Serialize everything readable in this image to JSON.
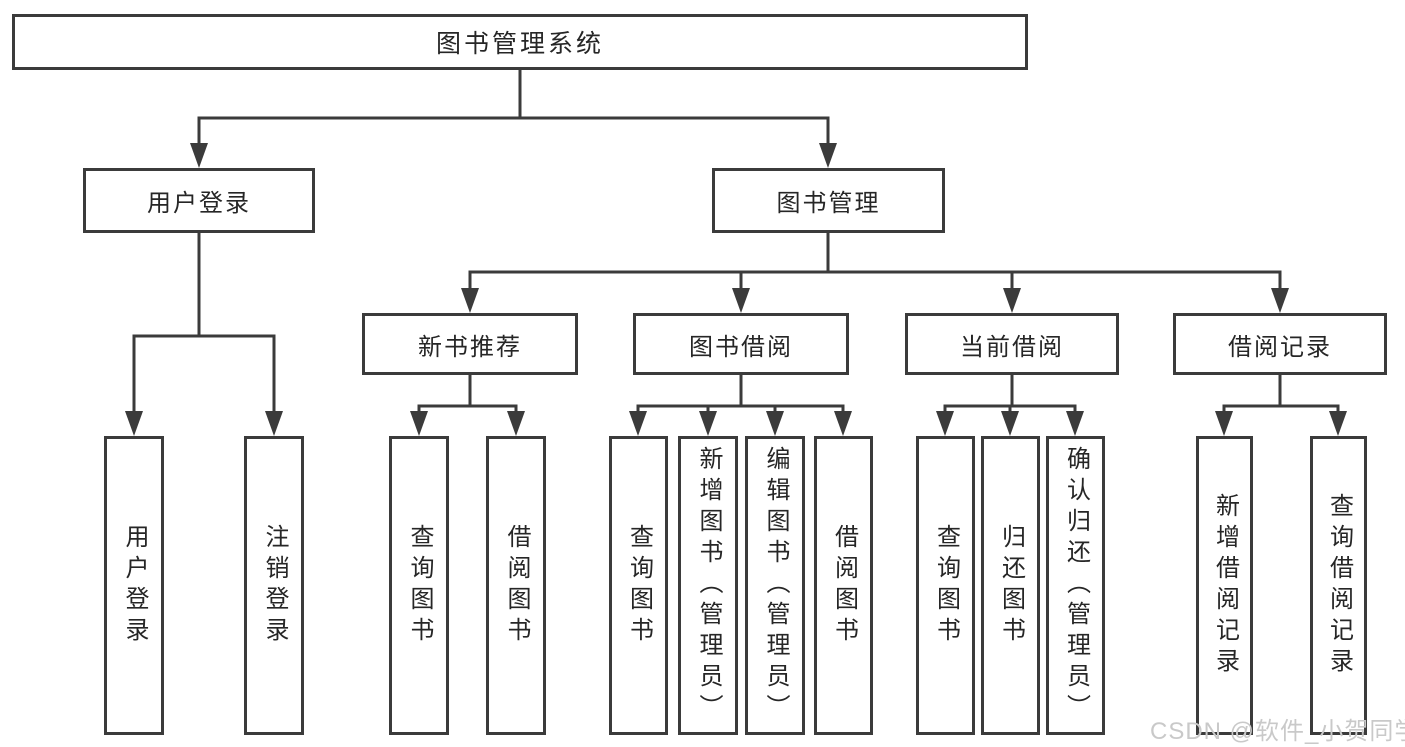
{
  "colors": {
    "line": "#3b3b3b",
    "text": "#262626",
    "box-bg": "#ffffff",
    "background": "#ffffff",
    "watermark": "#c9c9c9"
  },
  "watermark": {
    "text": "CSDN @软件_小贺同学"
  },
  "tree": {
    "label": "图书管理系统",
    "children": [
      {
        "label": "用户登录",
        "children": [
          {
            "label": "用户登录"
          },
          {
            "label": "注销登录"
          }
        ]
      },
      {
        "label": "图书管理",
        "children": [
          {
            "label": "新书推荐",
            "children": [
              {
                "label": "查询图书"
              },
              {
                "label": "借阅图书"
              }
            ]
          },
          {
            "label": "图书借阅",
            "children": [
              {
                "label": "查询图书"
              },
              {
                "label": "新增图书（管理员）"
              },
              {
                "label": "编辑图书（管理员）"
              },
              {
                "label": "借阅图书"
              }
            ]
          },
          {
            "label": "当前借阅",
            "children": [
              {
                "label": "查询图书"
              },
              {
                "label": "归还图书"
              },
              {
                "label": "确认归还（管理员）"
              }
            ]
          },
          {
            "label": "借阅记录",
            "children": [
              {
                "label": "新增借阅记录"
              },
              {
                "label": "查询借阅记录"
              }
            ]
          }
        ]
      }
    ]
  }
}
